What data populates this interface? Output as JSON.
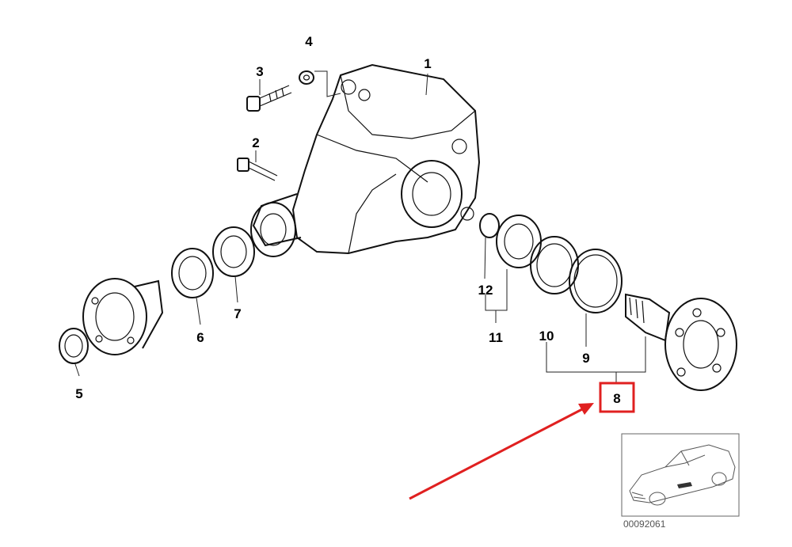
{
  "callouts": {
    "c1": "1",
    "c2": "2",
    "c3": "3",
    "c4": "4",
    "c5": "5",
    "c6": "6",
    "c7": "7",
    "c8": "8",
    "c9": "9",
    "c10": "10",
    "c11": "11",
    "c12": "12"
  },
  "highlight": {
    "label": "8",
    "box_color": "#e02020",
    "arrow_color": "#e02020"
  },
  "thumbnail": {
    "reference_number": "00092061"
  }
}
